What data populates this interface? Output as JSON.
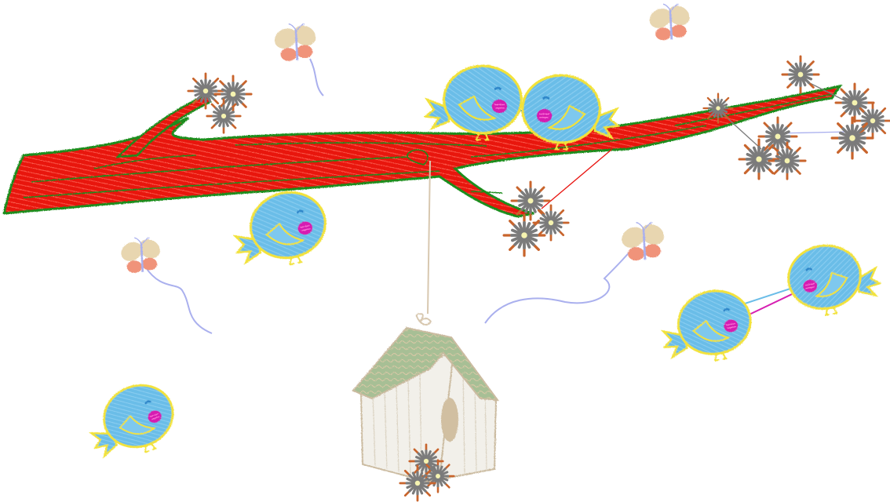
{
  "scene": {
    "background": "#ffffff",
    "colors": {
      "branch": "#e8130f",
      "branch_outline": "#1c8d1c",
      "bird_body": "#6bbde8",
      "bird_outline": "#f2e23a",
      "bird_cheek": "#d61fb1",
      "flower_gray": "#7b7b7b",
      "flower_rust": "#c8642c",
      "flower_center": "#f5f3b0",
      "butterfly_tan": "#e8d6b0",
      "butterfly_salmon": "#f0937a",
      "butterfly_trail": "#aab0ee",
      "birdhouse_roof": "#a7bf95",
      "birdhouse_wall": "#f2f0ea",
      "birdhouse_outline": "#cbbba0",
      "birdhouse_hole": "#d1bfa1",
      "string": "#d8c8b0"
    },
    "icons": [
      "branch",
      "bird",
      "flower",
      "butterfly",
      "birdhouse",
      "string"
    ]
  }
}
